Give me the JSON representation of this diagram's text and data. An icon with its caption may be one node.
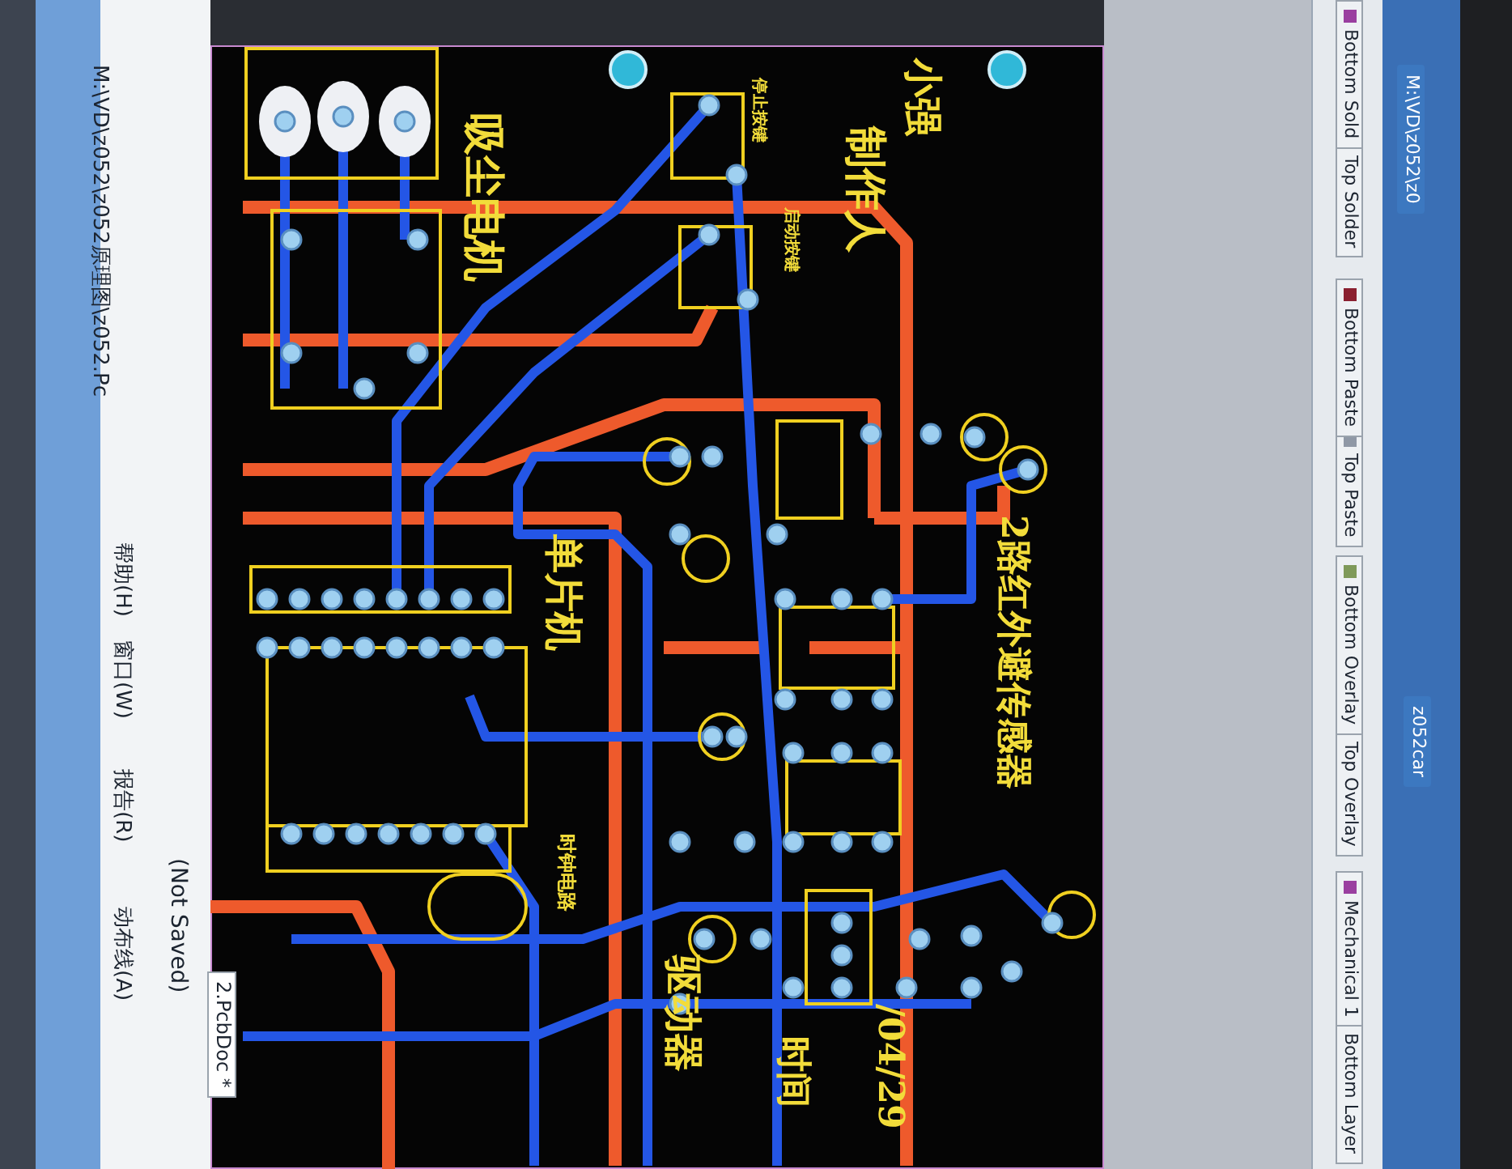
{
  "diagram": {
    "labels": [
      "动布线(A)",
      "报告(R)",
      "窗口(W)",
      "帮助(H)",
      "M:\\VD\\z052\\z052原理图\\z052.Pc",
      "(Not Saved)",
      "2.PcbDoc *",
      "吸尘电机",
      "停止按键",
      "启动按键",
      "制作人",
      "小强",
      "单片机",
      "时钟电路",
      "驱动器",
      "时间",
      "/04/29",
      "2路红外避传感器",
      "Bottom Layer",
      "Mechanical 1",
      "Top Overlay",
      "Bottom Overlay",
      "Top Paste",
      "Bottom Paste",
      "Top Solder",
      "Bottom Sold",
      "z052car",
      "M:\\VD\\z052\\z0"
    ]
  }
}
